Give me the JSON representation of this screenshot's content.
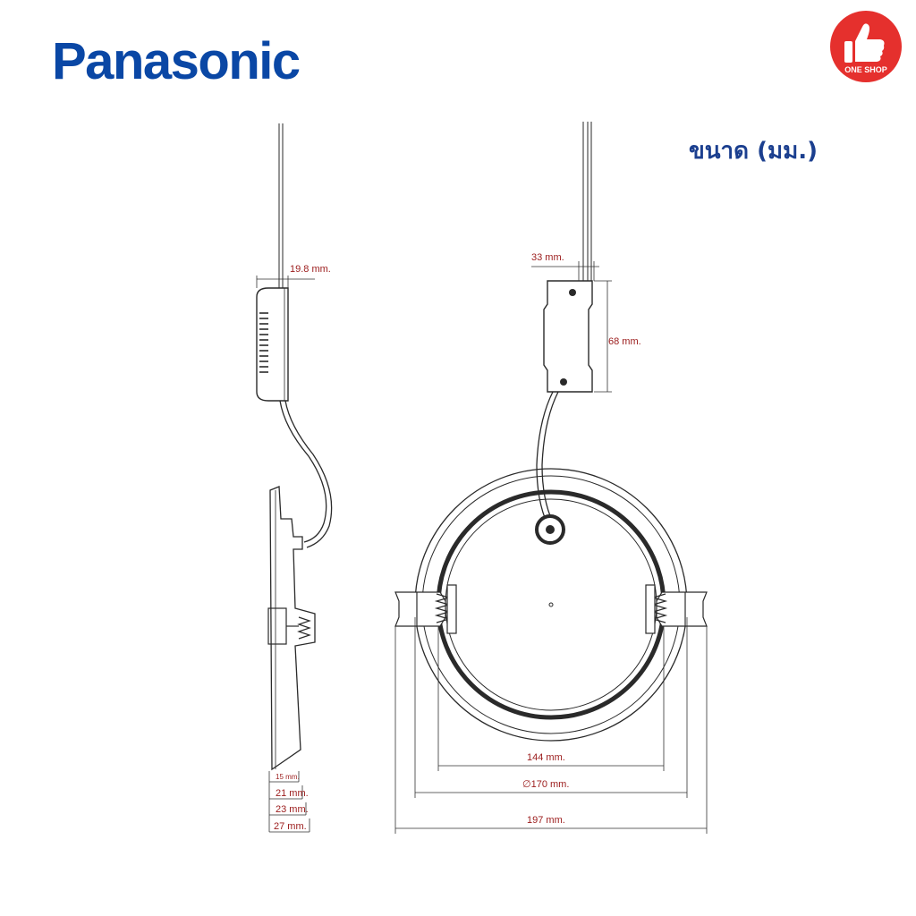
{
  "brand": {
    "name": "Panasonic",
    "color": "#0a47a5"
  },
  "shop": {
    "badge_text": "ONE SHOP",
    "badge_color": "#e5302d",
    "icon": "thumbs-up-icon"
  },
  "title": "ขนาด (มม.)",
  "dimensions": {
    "side_driver_depth": "19.8 mm.",
    "driver_width": "33 mm.",
    "driver_height": "68 mm.",
    "depth_1": "15 mm.",
    "depth_2": "21 mm.",
    "depth_3": "23 mm.",
    "depth_4": "27 mm.",
    "cutout": "144 mm.",
    "ring_diameter": "∅170 mm.",
    "overall_width": "197 mm."
  },
  "colors": {
    "dimension_text": "#9b1b1b",
    "title": "#1b3f8f"
  }
}
